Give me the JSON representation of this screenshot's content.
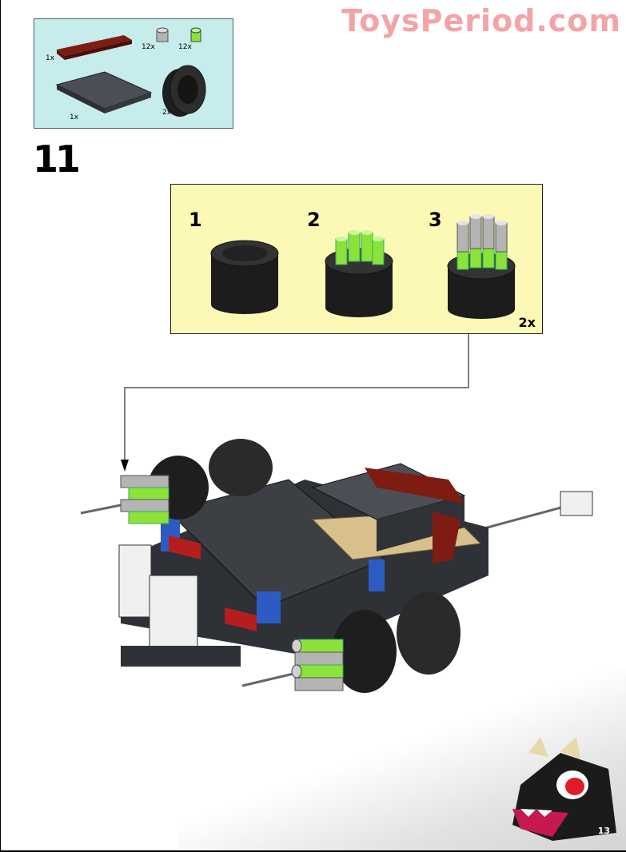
{
  "watermark": "ToysPeriod.com",
  "parts_list": {
    "items": [
      {
        "name": "dark red plate 1x6",
        "qty": "1x"
      },
      {
        "name": "light gray round brick",
        "qty": "12x"
      },
      {
        "name": "lime green round brick",
        "qty": "12x"
      },
      {
        "name": "dark gray plate 6x6",
        "qty": "1x"
      },
      {
        "name": "black wheel",
        "qty": "2x"
      }
    ]
  },
  "step": {
    "number": "11",
    "substeps": [
      {
        "label": "1"
      },
      {
        "label": "2"
      },
      {
        "label": "3"
      }
    ],
    "substep_multiplier": "2x"
  },
  "page_number": "13",
  "colors": {
    "parts_bg": "#c6ecec",
    "substep_bg": "#fcf8b6",
    "watermark": "#f4a3a6",
    "lime": "#8be33a",
    "dark_gray": "#3c3f44",
    "dark_red": "#7e1c14",
    "blue": "#2d5bc4",
    "tan": "#d8c08c"
  }
}
